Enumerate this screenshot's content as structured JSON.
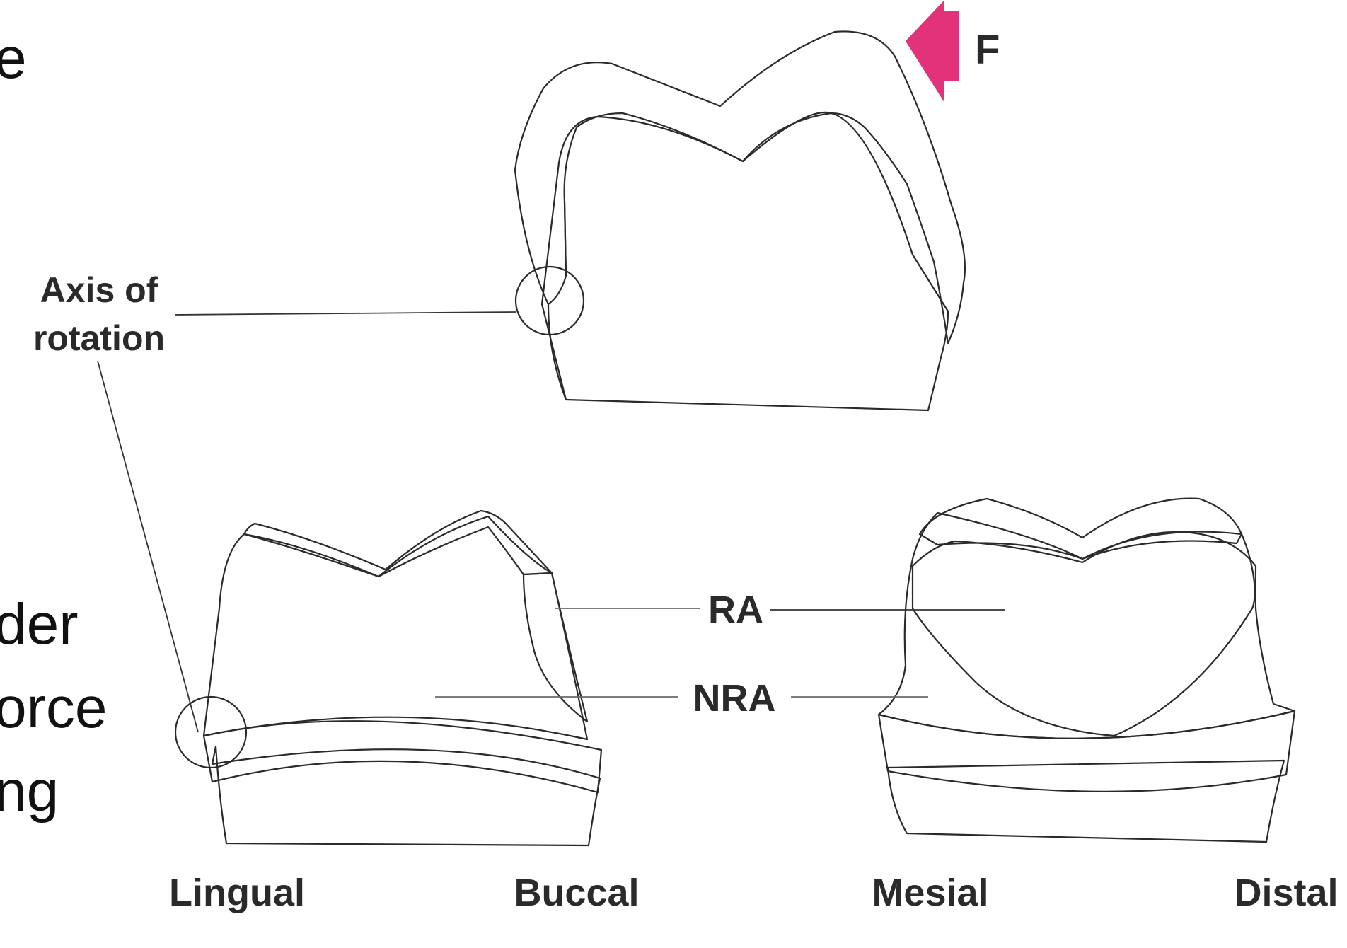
{
  "side_text": {
    "line1": "e",
    "line2": "der",
    "line3": "orce",
    "line4": "ng"
  },
  "labels": {
    "force": "F",
    "axis_line1": "Axis of",
    "axis_line2": "rotation",
    "ra": "RA",
    "nra": "NRA",
    "lingual": "Lingual",
    "buccal": "Buccal",
    "mesial": "Mesial",
    "distal": "Distal"
  },
  "colors": {
    "crown_gold": "#ecd590",
    "tooth_white": "#f2f1ec",
    "tooth_green": "#e3e6c5",
    "ra_region": "#c9cbb0",
    "force_arrow": "#e2337a"
  },
  "icons": {
    "force_arrow": "arrow-left-icon",
    "axis_marker": "circle-marker-icon"
  }
}
